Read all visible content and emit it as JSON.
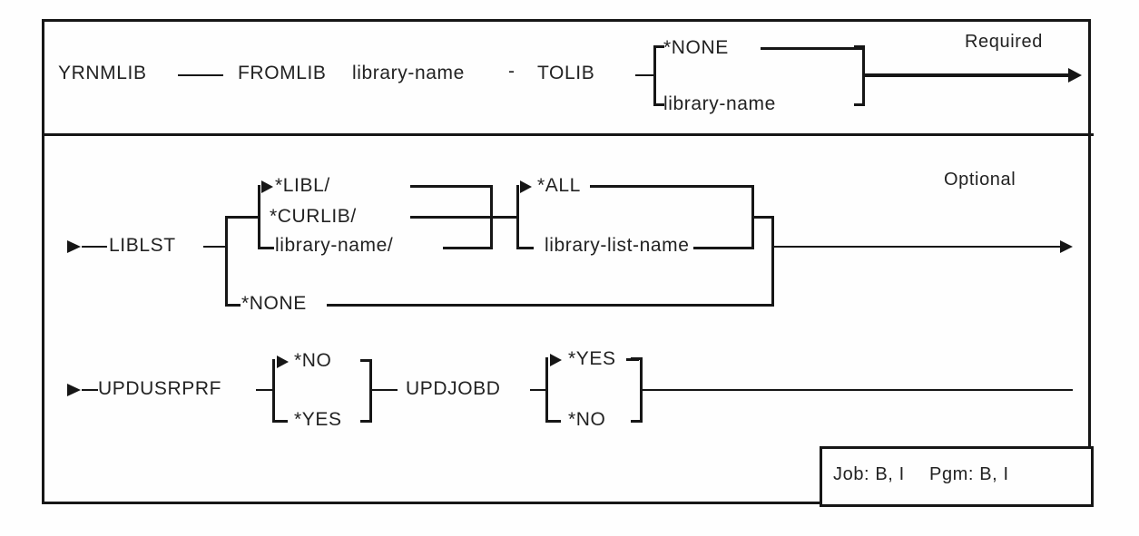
{
  "labels": {
    "command": "YRNMLIB",
    "fromlib_keyword": "FROMLIB",
    "fromlib_value": "library-name",
    "param_separator": "-",
    "tolib_keyword": "TOLIB",
    "tolib_none": "*NONE",
    "tolib_library": "library-name",
    "required": "Required",
    "liblst_keyword": "LIBLST",
    "libl": "*LIBL/",
    "curlib": "*CURLIB/",
    "library_name_qualifier": "library-name/",
    "liblst_none": "*NONE",
    "all": "*ALL",
    "library_list_name": "library-list-name",
    "optional": "Optional",
    "updusrprf_keyword": "UPDUSRPRF",
    "updusrprf_no": "*NO",
    "updusrprf_yes": "*YES",
    "updjobd_keyword": "UPDJOBD",
    "updjobd_yes": "*YES",
    "updjobd_no": "*NO",
    "job_env": "Job: B, I",
    "pgm_env": "Pgm: B, I"
  },
  "colors": {
    "line": "#161616",
    "text": "#222222",
    "background": "#fefefe"
  }
}
